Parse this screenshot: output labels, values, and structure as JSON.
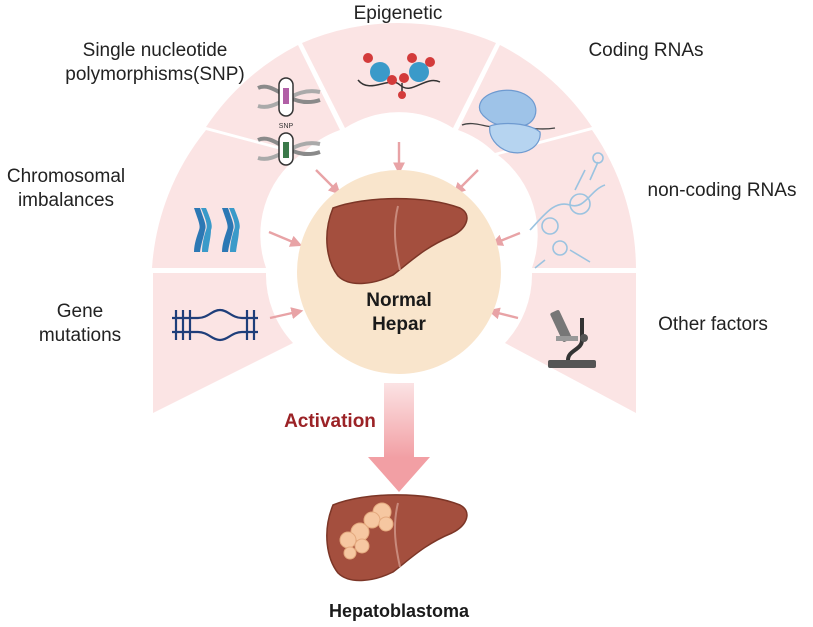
{
  "factors": [
    {
      "id": "snp",
      "lines": [
        "Single nucleotide",
        "polymorphisms(SNP)"
      ],
      "icon": "snp-dna-icon",
      "icon_text": "SNP"
    },
    {
      "id": "epigenetic",
      "lines": [
        "Epigenetic"
      ],
      "icon": "histone-icon"
    },
    {
      "id": "coding-rnas",
      "lines": [
        "Coding RNAs"
      ],
      "icon": "ribosome-icon"
    },
    {
      "id": "chromosomal",
      "lines": [
        "Chromosomal",
        "imbalances"
      ],
      "icon": "chromosome-icon"
    },
    {
      "id": "noncoding-rnas",
      "lines": [
        "non-coding RNAs"
      ],
      "icon": "rna-structure-icon"
    },
    {
      "id": "gene-mutations",
      "lines": [
        "Gene",
        "mutations"
      ],
      "icon": "mutated-dna-icon"
    },
    {
      "id": "other",
      "lines": [
        "Other factors"
      ],
      "icon": "microscope-icon"
    }
  ],
  "center": {
    "lines": [
      "Normal",
      "Hepar"
    ],
    "icon": "liver-icon"
  },
  "activation": {
    "label": "Activation"
  },
  "outcome": {
    "label": "Hepatoblastoma",
    "icon": "tumor-liver-icon"
  },
  "colors": {
    "segment": "#fbe4e4",
    "center": "#f9e5cc",
    "arrow": "#e8a3a6",
    "activation_text": "#9b2226",
    "liver": "#a44f3e",
    "tumor": "#f6c7a1",
    "dna": "#1f3e7a",
    "chromosome": "#2c78b4"
  }
}
